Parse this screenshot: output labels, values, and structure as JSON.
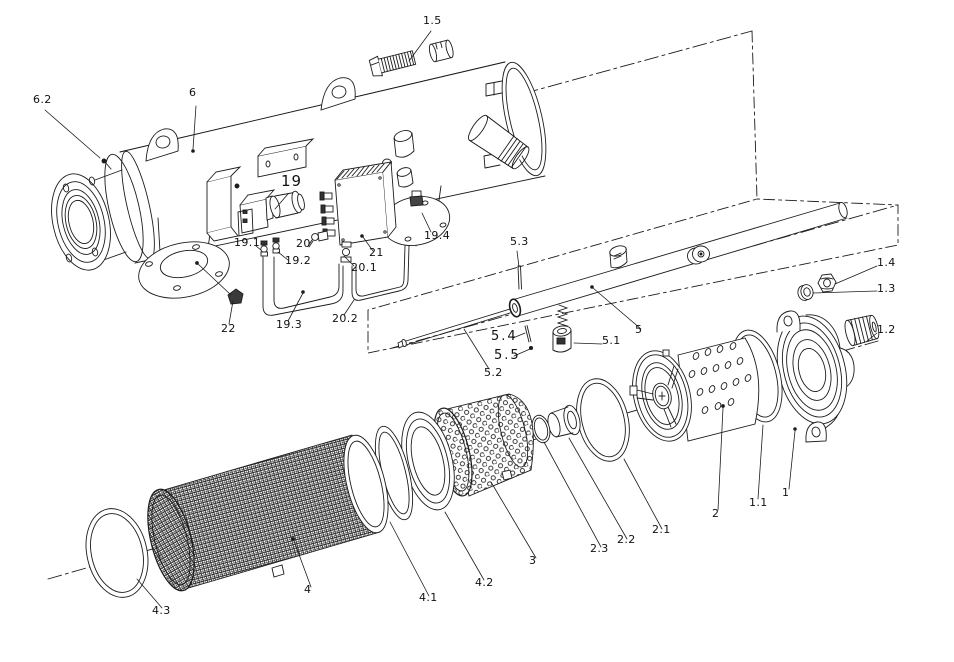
{
  "drawing": {
    "kind": "exploded-view-technical-drawing",
    "line_color": "#1c1c1c",
    "background": "#ffffff"
  },
  "labels": [
    {
      "ref": "6.2",
      "part": "flange-screw"
    },
    {
      "ref": "6",
      "part": "housing-body"
    },
    {
      "ref": "1.5",
      "part": "clamp-bolt"
    },
    {
      "ref": "19",
      "part": "solenoid-valve"
    },
    {
      "ref": "19.1",
      "part": "tube-fitting-left"
    },
    {
      "ref": "19.2",
      "part": "tube-fitting-right"
    },
    {
      "ref": "20",
      "part": "elbow-fitting"
    },
    {
      "ref": "20.1",
      "part": "straight-fitting"
    },
    {
      "ref": "21",
      "part": "junction-box"
    },
    {
      "ref": "19.3",
      "part": "impulse-tube-u"
    },
    {
      "ref": "20.2",
      "part": "impulse-tube-long"
    },
    {
      "ref": "22",
      "part": "drain-plug"
    },
    {
      "ref": "19.4",
      "part": "flange-fitting"
    },
    {
      "ref": "5.3",
      "part": "pin-upper"
    },
    {
      "ref": "5.4",
      "part": "pin-middle"
    },
    {
      "ref": "5.5",
      "part": "pin-lower"
    },
    {
      "ref": "5.2",
      "part": "indicator-rod"
    },
    {
      "ref": "5.1",
      "part": "guide-bushing"
    },
    {
      "ref": "5",
      "part": "indicator-tube"
    },
    {
      "ref": "1.4",
      "part": "nut"
    },
    {
      "ref": "1.3",
      "part": "washer"
    },
    {
      "ref": "1.2",
      "part": "threaded-plug"
    },
    {
      "ref": "2.1",
      "part": "o-ring-large"
    },
    {
      "ref": "2.2",
      "part": "sleeve"
    },
    {
      "ref": "2.3",
      "part": "o-ring-small"
    },
    {
      "ref": "2",
      "part": "perforated-cage"
    },
    {
      "ref": "1.1",
      "part": "cover-gasket"
    },
    {
      "ref": "1",
      "part": "end-cover"
    },
    {
      "ref": "3",
      "part": "strainer-basket"
    },
    {
      "ref": "4.2",
      "part": "support-ring-outer"
    },
    {
      "ref": "4",
      "part": "mesh-filter-element"
    },
    {
      "ref": "4.1",
      "part": "support-ring-inner"
    },
    {
      "ref": "4.3",
      "part": "filter-o-ring"
    }
  ]
}
